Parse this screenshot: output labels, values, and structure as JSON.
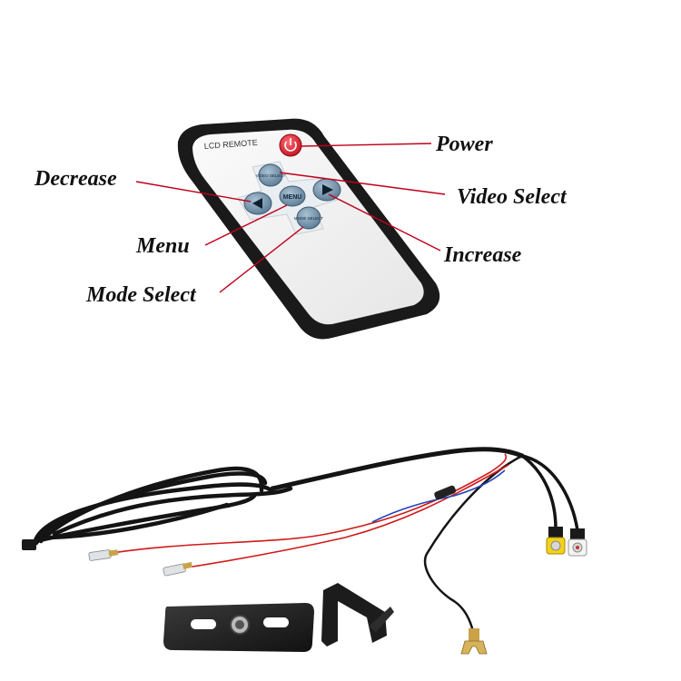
{
  "remote": {
    "title": "LCD REMOTE",
    "buttons": {
      "power": "power-icon",
      "video_select": "VIDEO SELECT",
      "menu": "MENU",
      "mode_select": "MODE SELECT",
      "decrease": "left-arrow-icon",
      "increase": "right-arrow-icon"
    }
  },
  "labels": {
    "power": "Power",
    "video_select": "Video Select",
    "decrease": "Decrease",
    "increase": "Increase",
    "menu": "Menu",
    "mode_select": "Mode Select"
  },
  "colors": {
    "callout_line": "#c0001a",
    "power_button": "#e0283a",
    "remote_body": "#1a1a1a",
    "remote_face": "#f4f4f4",
    "button_blue": "#6f8fa8"
  }
}
